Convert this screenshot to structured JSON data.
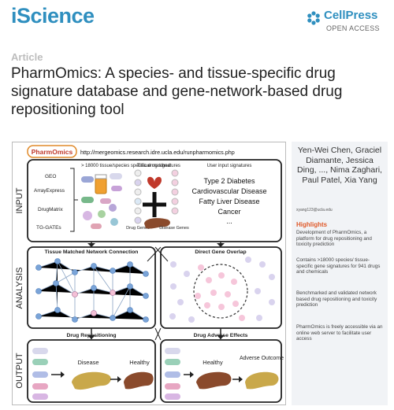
{
  "header": {
    "journal": "iScience",
    "publisher": "CellPress",
    "access": "OPEN ACCESS",
    "colors": {
      "brand": "#2f8fbf",
      "accent": "#e05a2a"
    }
  },
  "article": {
    "type": "Article",
    "title": "PharmOmics: A species- and tissue-specific drug signature database and gene-network-based drug repositioning tool"
  },
  "figure": {
    "logo_text": "PharmOmics",
    "url": "http://mergeomics.research.idre.ucla.edu/runpharmomics.php",
    "sections": {
      "input": "INPUT",
      "analysis": "ANALYSIS",
      "output": "OUTPUT"
    },
    "databases": [
      "GEO",
      "ArrayExpress",
      "DrugMatrix",
      "TG-GATEs"
    ],
    "signature_label": "> 18000 tissue/species specific drug signatures",
    "tissue_label": "Tissue matched",
    "user_label": "User input signatures",
    "diseases": [
      "Type 2 Diabetes",
      "Cardiovascular Disease",
      "Fatty Liver Disease",
      "Cancer",
      "..."
    ],
    "drug_genes": "Drug Genes",
    "disease_genes": "Disease Genes",
    "network_title": "Tissue Matched Network Connection",
    "overlap_title": "Direct Gene Overlap",
    "repo_title": "Drug Repositioning",
    "adverse_title": "Drug Adverse Effects",
    "disease": "Disease",
    "healthy": "Healthy",
    "healthy2": "Healthy",
    "adverse": "Adverse Outcome"
  },
  "sidebar": {
    "authors": "Yen-Wei Chen, Graciel Diamante, Jessica Ding, ..., Nima Zaghari, Paul Patel, Xia Yang",
    "email": "xyang123@ucla.edu",
    "highlights_title": "Highlights",
    "highlights": [
      "Development of PharmOmics, a platform for drug repositioning and toxicity prediction",
      "Contains >18000 species/ tissue-specific gene signatures for 941 drugs and chemicals",
      "Benchmarked and validated network based drug repositioning and toxicity prediction",
      "PharmOmics is freely accessible via an online web server to facilitate user access"
    ]
  }
}
